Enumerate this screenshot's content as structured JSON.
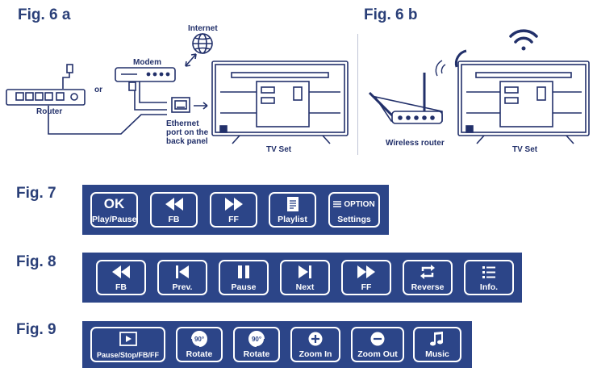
{
  "fig6a": {
    "title": "Fig. 6 a",
    "internet": "Internet",
    "modem": "Modem",
    "or": "or",
    "router": "Router",
    "ethernet_line1": "Ethernet",
    "ethernet_line2": "port on the",
    "ethernet_line3": "back panel",
    "tv_set": "TV Set"
  },
  "fig6b": {
    "title": "Fig. 6 b",
    "wireless_router": "Wireless router",
    "tv_set": "TV Set"
  },
  "fig7": {
    "title": "Fig. 7",
    "buttons": [
      {
        "icon": "ok-text",
        "top": "OK",
        "label": "Play/Pause"
      },
      {
        "icon": "fast-backward-icon",
        "label": "FB"
      },
      {
        "icon": "fast-forward-icon",
        "label": "FF"
      },
      {
        "icon": "document-icon",
        "label": "Playlist"
      },
      {
        "icon": "menu-lines-icon",
        "top": "OPTION",
        "label": "Settings"
      }
    ]
  },
  "fig8": {
    "title": "Fig. 8",
    "buttons": [
      {
        "icon": "fast-backward-icon",
        "label": "FB"
      },
      {
        "icon": "skip-previous-icon",
        "label": "Prev."
      },
      {
        "icon": "pause-icon",
        "label": "Pause"
      },
      {
        "icon": "skip-next-icon",
        "label": "Next"
      },
      {
        "icon": "fast-forward-icon",
        "label": "FF"
      },
      {
        "icon": "reverse-arrows-icon",
        "label": "Reverse"
      },
      {
        "icon": "info-list-icon",
        "label": "Info."
      }
    ]
  },
  "fig9": {
    "title": "Fig. 9",
    "buttons": [
      {
        "icon": "play-box-icon",
        "label": "Pause/Stop/FB/FF"
      },
      {
        "icon": "rotate-ccw-icon",
        "badge": "90°",
        "label": "Rotate"
      },
      {
        "icon": "rotate-cw-icon",
        "badge": "90°",
        "label": "Rotate"
      },
      {
        "icon": "zoom-in-icon",
        "label": "Zoom In"
      },
      {
        "icon": "zoom-out-icon",
        "label": "Zoom Out"
      },
      {
        "icon": "music-note-icon",
        "label": "Music"
      }
    ]
  },
  "colors": {
    "panel": "#2c4588",
    "text": "#2a3f78",
    "line": "#22306a"
  }
}
